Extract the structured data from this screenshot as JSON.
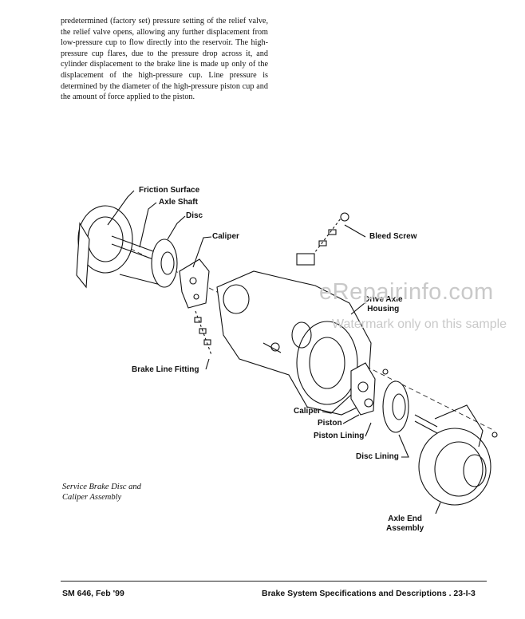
{
  "body_text": "predetermined (factory set) pressure setting of the relief valve, the relief valve opens, allowing any further displacement from low-pressure cup to flow directly into the reservoir. The high-pressure cup flares, due to the pressure drop across it, and cylinder displacement to the brake line is made up only of the displacement of the high-pressure cup. Line pressure is determined by the diameter of the high-pressure piston cup and the amount of force applied to the piston.",
  "callouts": {
    "friction_surface": "Friction Surface",
    "axle_shaft": "Axle Shaft",
    "disc": "Disc",
    "caliper_top": "Caliper",
    "bleed_screw": "Bleed Screw",
    "drive_axle_housing_1": "Drive Axle",
    "drive_axle_housing_2": "Housing",
    "brake_line_fitting": "Brake Line Fitting",
    "caliper_bottom": "Caliper",
    "piston": "Piston",
    "piston_lining": "Piston Lining",
    "disc_lining": "Disc Lining",
    "axle_end_1": "Axle End",
    "axle_end_2": "Assembly"
  },
  "caption": {
    "line1": "Service Brake Disc and",
    "line2": "Caliper Assembly"
  },
  "watermark": {
    "line1": "eRepairinfo.com",
    "line2": "Watermark only on this sample"
  },
  "footer": {
    "left": "SM 646, Feb '99",
    "right": "Brake System Specifications and Descriptions . 23-I-3"
  }
}
